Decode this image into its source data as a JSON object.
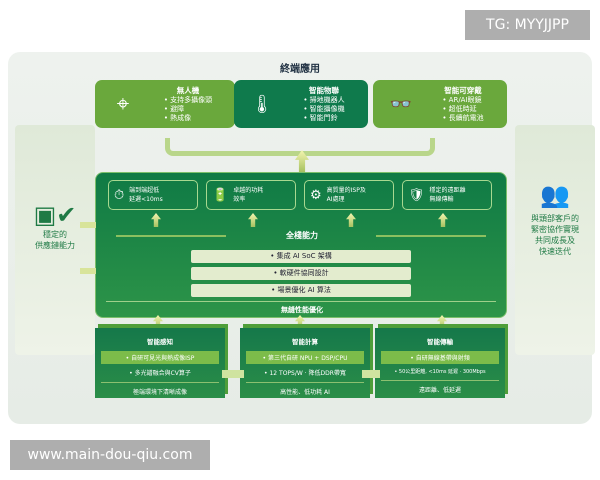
{
  "title": "終端應用",
  "apps": [
    {
      "icon": "drone-icon",
      "glyph": "⌖",
      "title": "無人機",
      "items": [
        "• 支持多攝像頭",
        "• 避障",
        "• 熱成像"
      ]
    },
    {
      "icon": "thermometer-bulb-icon",
      "glyph": "🌡",
      "title": "智能物聯",
      "items": [
        "• 掃地機器人",
        "• 智能攝像機",
        "• 智能門鈴"
      ]
    },
    {
      "icon": "glasses-icon",
      "glyph": "👓",
      "title": "智能可穿戴",
      "items": [
        "• AR/AI眼鏡",
        "• 超低時延",
        "• 長續航電池"
      ]
    }
  ],
  "left": {
    "label1": "穩定的",
    "label2": "供應鏈能力"
  },
  "right": {
    "lines": [
      "與頭部客戶的",
      "緊密協作實現",
      "共同成長及",
      "快速迭代"
    ]
  },
  "features": [
    {
      "icon": "stopwatch-icon",
      "glyph": "⏱",
      "l1": "端到端超低",
      "l2": "延遲<10ms"
    },
    {
      "icon": "battery-icon",
      "glyph": "🔋",
      "l1": "卓越的功耗",
      "l2": "效率"
    },
    {
      "icon": "gear-chip-icon",
      "glyph": "⚙",
      "l1": "高質量的ISP及",
      "l2": "AI處理"
    },
    {
      "icon": "shield-wireless-icon",
      "glyph": "🛡",
      "l1": "穩定的遠距離",
      "l2": "無線傳輸"
    }
  ],
  "core": {
    "title": "全棧能力",
    "bars": [
      "• 集成 AI SoC 架構",
      "• 軟硬件協同設計",
      "• 場景優化 AI 算法"
    ],
    "footer": "無縫性能優化"
  },
  "blocks": [
    {
      "title": "智能感知",
      "hl": "• 自研可見光與熱成像ISP",
      "l2": "• 多光譜融合與CV算子",
      "l3": "極端環境下清晰成像"
    },
    {
      "title": "智能計算",
      "hl": "• 第三代自研 NPU + DSP/CPU",
      "l2": "• 12 TOPS/W · 降低DDR帶寬",
      "l3": "高性能、低功耗 AI"
    },
    {
      "title": "智能傳輸",
      "hl": "• 自研無線基帶與射頻",
      "l2": "• 50公里距離, <10ms 延遲 · 300Mbps",
      "l3": "遠距離、低延遲"
    }
  ],
  "watermarks": {
    "top": "TG: MYYJJPP",
    "bottom": "www.main-dou-qiu.com"
  },
  "colors": {
    "light_green": "#6aa83c",
    "dark_green": "#0f7a4c"
  }
}
